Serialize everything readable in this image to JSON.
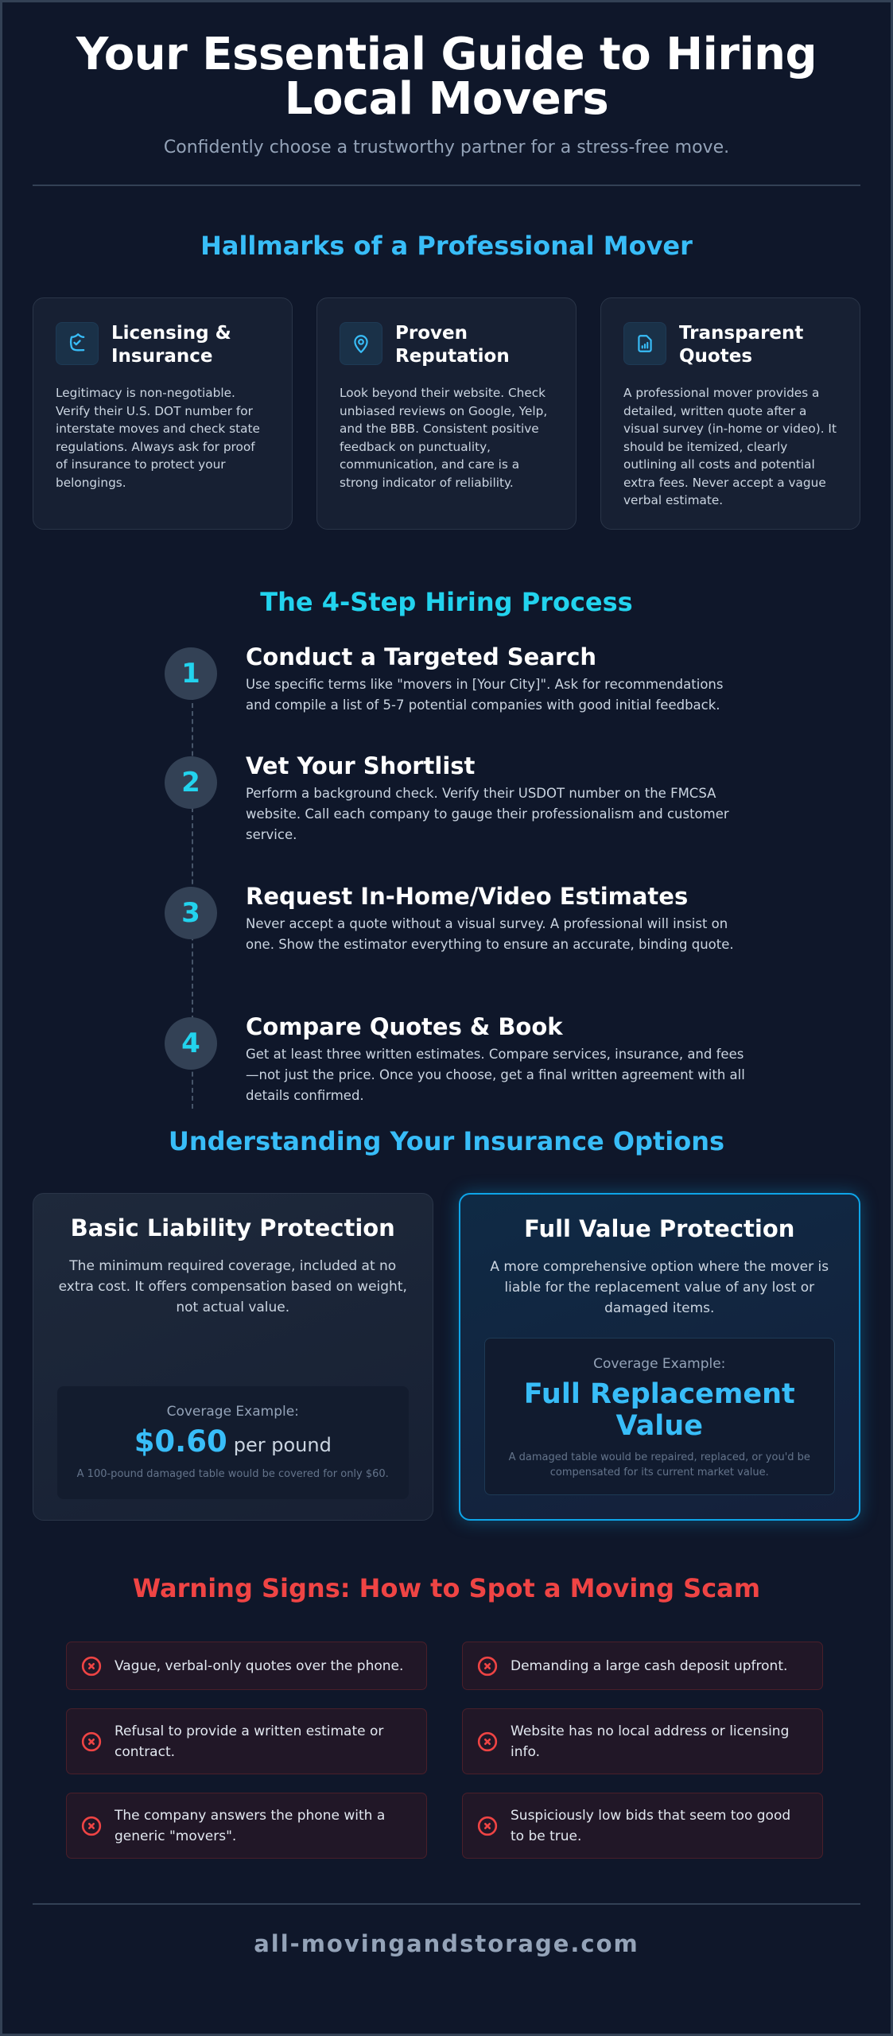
{
  "header": {
    "title_line1": "Your Essential Guide to Hiring",
    "title_line2": "Local Movers",
    "subtitle": "Confidently choose a trustworthy partner for a stress-free move."
  },
  "hallmarks": {
    "title": "Hallmarks of a Professional Mover",
    "cards": [
      {
        "icon": "shield-check-icon",
        "title_line1": "Licensing &",
        "title_line2": "Insurance",
        "text": "Legitimacy is non-negotiable. Verify their U.S. DOT number for interstate moves and check state regulations. Always ask for proof of insurance to protect your belongings."
      },
      {
        "icon": "map-pin-icon",
        "title_line1": "Proven",
        "title_line2": "Reputation",
        "text": "Look beyond their website. Check unbiased reviews on Google, Yelp, and the BBB. Consistent positive feedback on punctuality, communication, and care is a strong indicator of reliability."
      },
      {
        "icon": "document-chart-icon",
        "title_line1": "Transparent",
        "title_line2": "Quotes",
        "text": "A professional mover provides a detailed, written quote after a visual survey (in-home or video). It should be itemized, clearly outlining all costs and potential extra fees. Never accept a vague verbal estimate."
      }
    ]
  },
  "process": {
    "title": "The 4-Step Hiring Process",
    "steps": [
      {
        "number": "1",
        "title": "Conduct a Targeted Search",
        "text": "Use specific terms like \"movers in [Your City]\". Ask for recommendations and compile a list of 5-7 potential companies with good initial feedback."
      },
      {
        "number": "2",
        "title": "Vet Your Shortlist",
        "text": "Perform a background check. Verify their USDOT number on the FMCSA website. Call each company to gauge their professionalism and customer service."
      },
      {
        "number": "3",
        "title": "Request In-Home/Video Estimates",
        "text": "Never accept a quote without a visual survey. A professional will insist on one. Show the estimator everything to ensure an accurate, binding quote."
      },
      {
        "number": "4",
        "title": "Compare Quotes & Book",
        "text": "Get at least three written estimates. Compare services, insurance, and fees—not just the price. Once you choose, get a final written agreement with all details confirmed."
      }
    ]
  },
  "insurance": {
    "title": "Understanding Your Insurance Options",
    "basic": {
      "title": "Basic Liability Protection",
      "text": "The minimum required coverage, included at no extra cost. It offers compensation based on weight, not actual value.",
      "example_label": "Coverage Example:",
      "example_value": "$0.60",
      "example_unit": "per pound",
      "example_note": "A 100-pound damaged table would be covered for only $60."
    },
    "full": {
      "title": "Full Value Protection",
      "text": "A more comprehensive option where the mover is liable for the replacement value of any lost or damaged items.",
      "example_label": "Coverage Example:",
      "example_value_line1": "Full Replacement",
      "example_value_line2": "Value",
      "example_note": "A damaged table would be repaired, replaced, or you'd be compensated for its current market value."
    }
  },
  "warnings": {
    "title": "Warning Signs: How to Spot a Moving Scam",
    "icon": "x-circle-icon",
    "items": [
      "Vague, verbal-only quotes over the phone.",
      "Demanding a large cash deposit upfront.",
      "Refusal to provide a written estimate or contract.",
      "Website has no local address or licensing info.",
      "The company answers the phone with a generic \"movers\".",
      "Suspiciously low bids that seem too good to be true."
    ]
  },
  "footer": {
    "site": "all-movingandstorage.com"
  },
  "colors": {
    "background": "#0f172a",
    "accent_blue": "#38bdf8",
    "accent_cyan": "#22d3ee",
    "warning_red": "#ef4444",
    "muted": "#94a3b8"
  }
}
